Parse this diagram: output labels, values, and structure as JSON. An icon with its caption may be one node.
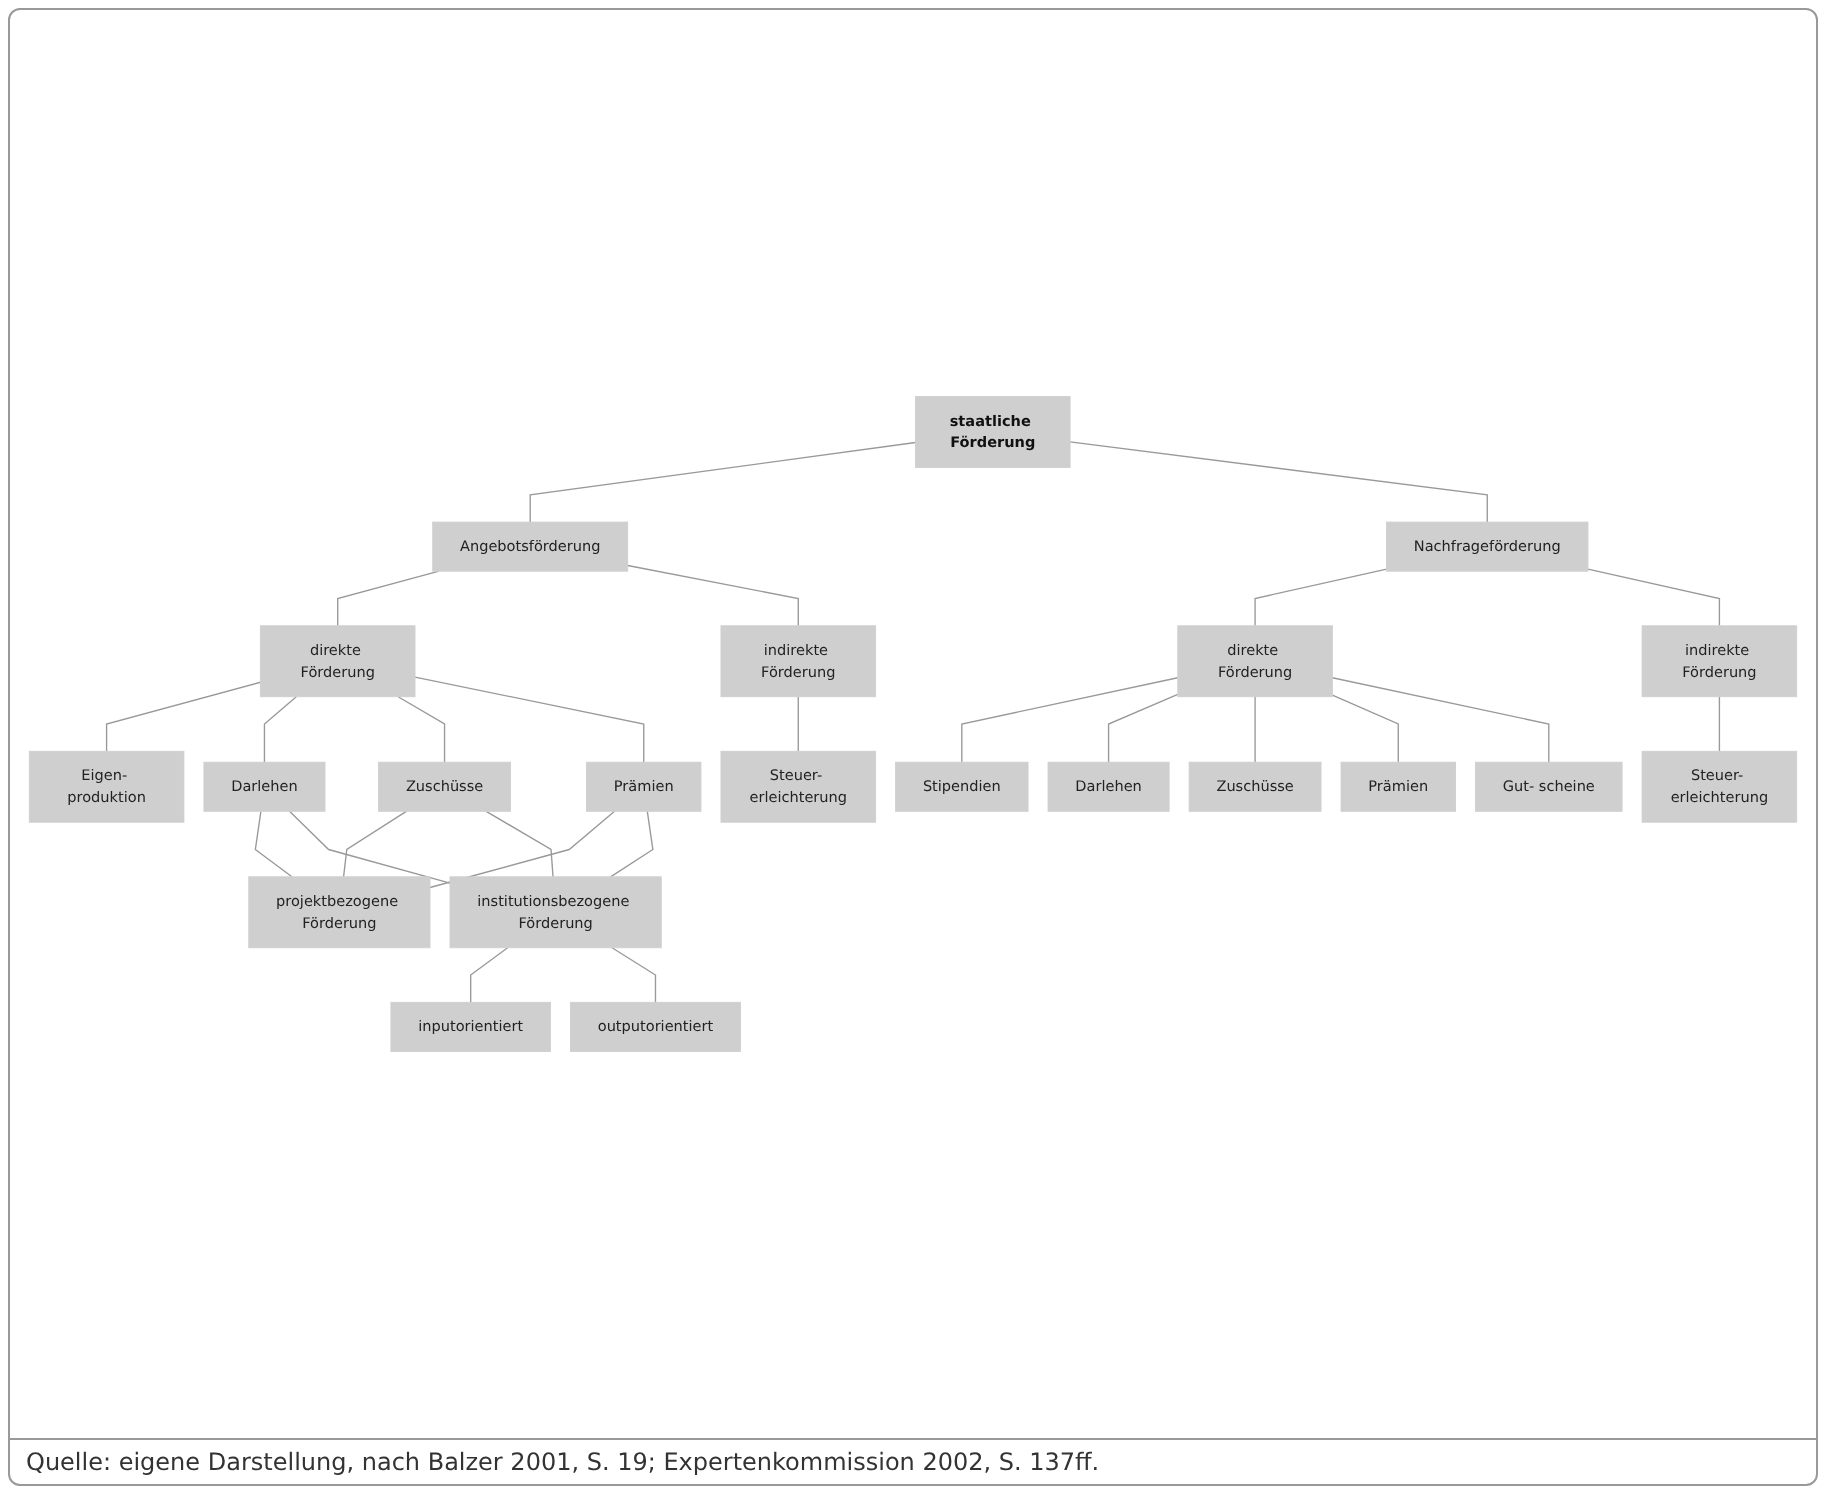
{
  "diagram": {
    "caption": "Quelle: eigene Darstellung, nach Balzer 2001, S. 19; Expertenkommission 2002, S. 137ff.",
    "nodes": [
      {
        "text": [
          "staatliche Förderung"
        ]
      },
      {
        "text": [
          "Angebotsförderung"
        ]
      },
      {
        "text": [
          "Nachfrageförderung"
        ]
      },
      {
        "text": [
          "direkte Förderung"
        ]
      },
      {
        "text": [
          "indirekte Förderung"
        ]
      },
      {
        "text": [
          "Eigen- produktion"
        ]
      },
      {
        "text": [
          "Steuer- erleichterung"
        ]
      },
      {
        "text": [
          "Darlehen"
        ]
      },
      {
        "text": [
          "Zuschüsse"
        ]
      },
      {
        "text": [
          "Prämien"
        ]
      },
      {
        "text": [
          "projektbezogene Förderung"
        ]
      },
      {
        "text": [
          "institutionsbezogene Förderung"
        ]
      },
      {
        "text": [
          "inputorientiert"
        ]
      },
      {
        "text": [
          "outputorientiert"
        ]
      },
      {
        "text": [
          "direkte Förderung"
        ]
      },
      {
        "text": [
          "indirekte Förderung"
        ]
      },
      {
        "text": [
          "Steuer- erleichterung"
        ]
      },
      {
        "text": [
          "Stipendien"
        ]
      },
      {
        "text": [
          "Darlehen"
        ]
      },
      {
        "text": [
          "Zuschüsse"
        ]
      },
      {
        "text": [
          "Prämien"
        ]
      },
      {
        "text": [
          "Gut- scheine"
        ]
      }
    ],
    "edges": [
      {
        "from": 0,
        "to": 1,
        "arrow": "none"
      },
      {
        "from": 0,
        "to": 2,
        "arrow": "none"
      },
      {
        "from": 1,
        "to": 3,
        "arrow": "none"
      },
      {
        "from": 1,
        "to": 4,
        "arrow": "none"
      },
      {
        "from": 3,
        "to": 5,
        "arrow": "none"
      },
      {
        "from": 3,
        "to": 7,
        "arrow": "none"
      },
      {
        "from": 3,
        "to": 8,
        "arrow": "none"
      },
      {
        "from": 3,
        "to": 9,
        "arrow": "none"
      },
      {
        "from": 4,
        "to": 6,
        "arrow": "none"
      },
      {
        "from": 7,
        "to": 10,
        "arrow": "none"
      },
      {
        "from": 7,
        "to": 11,
        "arrow": "none"
      },
      {
        "from": 8,
        "to": 10,
        "arrow": "none"
      },
      {
        "from": 8,
        "to": 11,
        "arrow": "none"
      },
      {
        "from": 9,
        "to": 10,
        "arrow": "none"
      },
      {
        "from": 9,
        "to": 11,
        "arrow": "none"
      },
      {
        "from": 11,
        "to": 12,
        "arrow": "none"
      },
      {
        "from": 11,
        "to": 13,
        "arrow": "none"
      },
      {
        "from": 2,
        "to": 14,
        "arrow": "none"
      },
      {
        "from": 2,
        "to": 15,
        "arrow": "none"
      },
      {
        "from": 15,
        "to": 16,
        "arrow": "none"
      },
      {
        "from": 14,
        "to": 17,
        "arrow": "none"
      },
      {
        "from": 14,
        "to": 18,
        "arrow": "none"
      },
      {
        "from": 14,
        "to": 19,
        "arrow": "none"
      },
      {
        "from": 14,
        "to": 20,
        "arrow": "none"
      },
      {
        "from": 14,
        "to": 21,
        "arrow": "none"
      }
    ]
  }
}
